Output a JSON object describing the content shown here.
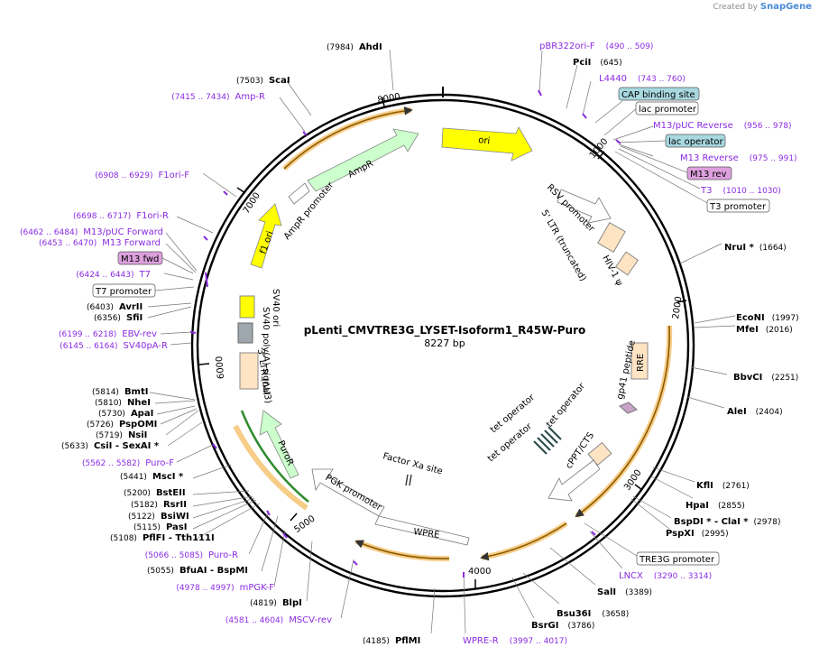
{
  "credit": {
    "prefix": "Created by",
    "brand": "SnapGene"
  },
  "plasmid": {
    "name": "pLenti_CMVTRE3G_LYSET-Isoform1_R45W-Puro",
    "length_label": "8227 bp",
    "length": 8227
  },
  "ticks": [
    "1000",
    "2000",
    "3000",
    "4000",
    "5000",
    "6000",
    "7000",
    "8000"
  ],
  "sites": [
    {
      "name": "AhdI",
      "pos": "(7984)"
    },
    {
      "name": "ScaI",
      "pos": "(7503)"
    },
    {
      "name": "PciI",
      "pos": "(645)"
    },
    {
      "name": "NruI *",
      "pos": "(1664)"
    },
    {
      "name": "EcoNI",
      "pos": "(1997)"
    },
    {
      "name": "MfeI",
      "pos": "(2016)"
    },
    {
      "name": "BbvCI",
      "pos": "(2251)"
    },
    {
      "name": "AleI",
      "pos": "(2404)"
    },
    {
      "name": "KflI",
      "pos": "(2761)"
    },
    {
      "name": "HpaI",
      "pos": "(2855)"
    },
    {
      "name": "BspDI *  -  ClaI *",
      "pos": "(2978)"
    },
    {
      "name": "PspXI",
      "pos": "(2995)"
    },
    {
      "name": "SalI",
      "pos": "(3389)"
    },
    {
      "name": "Bsu36I",
      "pos": "(3658)"
    },
    {
      "name": "BsrGI",
      "pos": "(3786)"
    },
    {
      "name": "PflMI",
      "pos": "(4185)"
    },
    {
      "name": "BlpI",
      "pos": "(4819)"
    },
    {
      "name": "BfuAI  -  BspMI",
      "pos": "(5055)"
    },
    {
      "name": "PflFI  -  Tth111I",
      "pos": "(5108)"
    },
    {
      "name": "PasI",
      "pos": "(5115)"
    },
    {
      "name": "BsiWI",
      "pos": "(5122)"
    },
    {
      "name": "RsrII",
      "pos": "(5182)"
    },
    {
      "name": "BstEII",
      "pos": "(5200)"
    },
    {
      "name": "MscI *",
      "pos": "(5441)"
    },
    {
      "name": "CsiI  -  SexAI *",
      "pos": "(5633)"
    },
    {
      "name": "NsiI",
      "pos": "(5719)"
    },
    {
      "name": "PspOMI",
      "pos": "(5726)"
    },
    {
      "name": "ApaI",
      "pos": "(5730)"
    },
    {
      "name": "NheI",
      "pos": "(5810)"
    },
    {
      "name": "BmtI",
      "pos": "(5814)"
    },
    {
      "name": "SfiI",
      "pos": "(6356)"
    },
    {
      "name": "AvrII",
      "pos": "(6403)"
    }
  ],
  "primers_right": [
    {
      "name": "pBR322ori-F",
      "range": "(490 .. 509)"
    },
    {
      "name": "L4440",
      "range": "(743 .. 760)"
    },
    {
      "name": "M13/pUC Reverse",
      "range": "(956 .. 978)"
    },
    {
      "name": "M13 Reverse",
      "range": "(975 .. 991)"
    },
    {
      "name": "T3",
      "range": "(1010 .. 1030)"
    },
    {
      "name": "LNCX",
      "range": "(3290 .. 3314)"
    },
    {
      "name": "WPRE-R",
      "range": "(3997 .. 4017)"
    }
  ],
  "primers_left": [
    {
      "name": "Amp-R",
      "range": "(7415 .. 7434)"
    },
    {
      "name": "F1ori-F",
      "range": "(6908 .. 6929)"
    },
    {
      "name": "F1ori-R",
      "range": "(6698 .. 6717)"
    },
    {
      "name": "M13/pUC Forward",
      "range": "(6462 .. 6484)"
    },
    {
      "name": "M13 Forward",
      "range": "(6453 .. 6470)"
    },
    {
      "name": "T7",
      "range": "(6424 .. 6443)"
    },
    {
      "name": "EBV-rev",
      "range": "(6199 .. 6218)"
    },
    {
      "name": "SV40pA-R",
      "range": "(6145 .. 6164)"
    },
    {
      "name": "Puro-F",
      "range": "(5562 .. 5582)"
    },
    {
      "name": "Puro-R",
      "range": "(5066 .. 5085)"
    },
    {
      "name": "mPGK-F",
      "range": "(4978 .. 4997)"
    },
    {
      "name": "MSCV-rev",
      "range": "(4581 .. 4604)"
    }
  ],
  "boxed_labels": [
    {
      "text": "CAP binding site",
      "style": "blue"
    },
    {
      "text": "lac promoter",
      "style": "white"
    },
    {
      "text": "lac operator",
      "style": "blue"
    },
    {
      "text": "M13 rev",
      "style": "purple"
    },
    {
      "text": "T3 promoter",
      "style": "white"
    },
    {
      "text": "M13 fwd",
      "style": "purple"
    },
    {
      "text": "T7 promoter",
      "style": "white"
    },
    {
      "text": "TRE3G promoter",
      "style": "white"
    }
  ],
  "features": [
    "ori",
    "AmpR",
    "AmpR promoter",
    "f1 ori",
    "RSV promoter",
    "5' LTR (truncated)",
    "HIV-1 ψ",
    "RRE",
    "gp41 peptide",
    "tet operator",
    "tet operator",
    "tet operator",
    "cPPT/CTS",
    "SV40 ori",
    "SV40 poly(A) signal",
    "3' LTR (ΔU3)",
    "PuroR",
    "PGK promoter",
    "WPRE",
    "Factor Xa site"
  ],
  "colors": {
    "ori": "#ffff00",
    "ampr": "#ccffcc",
    "ltr": "#ffe4c4",
    "tetop": "#2f4f4f",
    "gp41": "#c8a2c8",
    "sv40": "#9ea7ad",
    "primer": "#8a2be2",
    "orf": "#f5a623"
  }
}
